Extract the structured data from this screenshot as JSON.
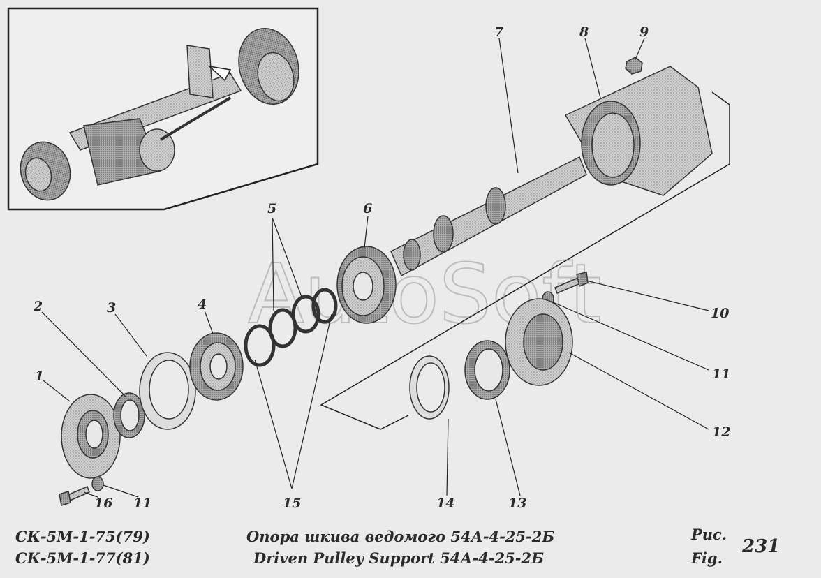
{
  "watermark": "AutoSoft",
  "part_labels": [
    "1",
    "2",
    "3",
    "4",
    "5",
    "6",
    "7",
    "8",
    "9",
    "10",
    "11",
    "11",
    "12",
    "13",
    "14",
    "15",
    "16"
  ],
  "caption": {
    "model_line_1": "СК-5М-1-75(79)",
    "model_line_2": "СК-5М-1-77(81)",
    "title_ru": "Опора шкива ведомого 54А-4-25-2Б",
    "title_en": "Driven Pulley Support 54А-4-25-2Б",
    "fig_ru": "Рис.",
    "fig_en": "Fig.",
    "fig_number": "231"
  }
}
